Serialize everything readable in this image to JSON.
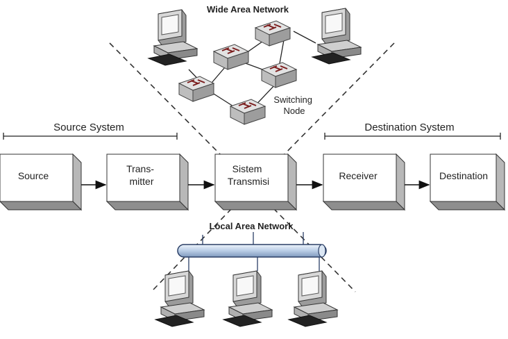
{
  "wan": {
    "title": "Wide Area Network",
    "switching_node": [
      "Switching",
      "Node"
    ]
  },
  "lan": {
    "title": "Local Area Network"
  },
  "groups": {
    "source_system": "Source System",
    "destination_system": "Destination System"
  },
  "blocks": {
    "source": [
      "Source"
    ],
    "transmitter": [
      "Trans-",
      "mitter"
    ],
    "transmission": [
      "Sistem",
      "Transmisi"
    ],
    "receiver": [
      "Receiver"
    ],
    "destination": [
      "Destination"
    ]
  },
  "colors": {
    "block_front": "#ffffff",
    "block_side": "#b8b8b8",
    "block_bottom": "#8e8e8e",
    "bus_fill": "#c9d9ee",
    "bus_stroke": "#2b3f66"
  }
}
